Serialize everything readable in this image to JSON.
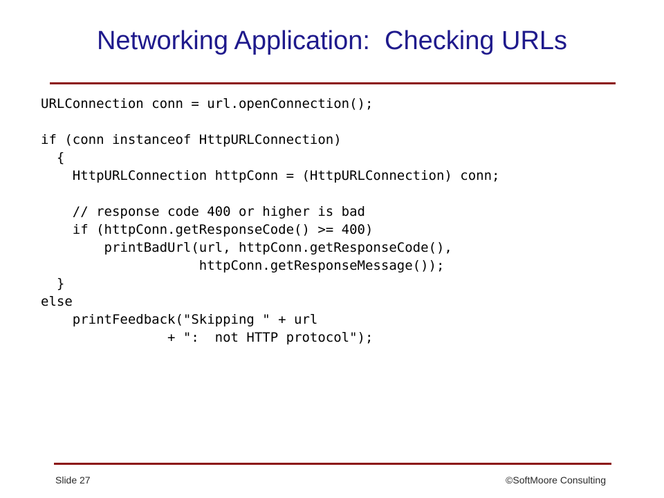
{
  "slide": {
    "title": "Networking Application:  Checking URLs",
    "code_lines": [
      "URLConnection conn = url.openConnection();",
      "",
      "if (conn instanceof HttpURLConnection)",
      "  {",
      "    HttpURLConnection httpConn = (HttpURLConnection) conn;",
      "",
      "    // response code 400 or higher is bad",
      "    if (httpConn.getResponseCode() >= 400)",
      "        printBadUrl(url, httpConn.getResponseCode(),",
      "                    httpConn.getResponseMessage());",
      "  }",
      "else",
      "    printFeedback(\"Skipping \" + url",
      "                + \":  not HTTP protocol\");"
    ],
    "footer": {
      "slide_number": "Slide 27",
      "copyright": "©SoftMoore Consulting"
    },
    "colors": {
      "title": "#1f1a8c",
      "rule": "#8b1010"
    }
  }
}
